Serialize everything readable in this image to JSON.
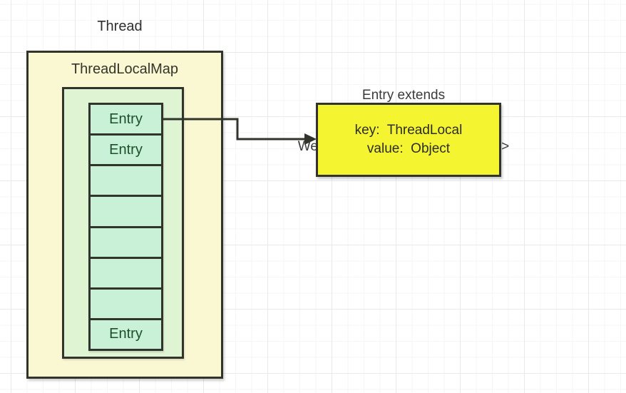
{
  "diagram": {
    "thread_label": "Thread",
    "map": {
      "title": "ThreadLocalMap",
      "cells": [
        {
          "label": "Entry"
        },
        {
          "label": "Entry"
        },
        {
          "label": ""
        },
        {
          "label": ""
        },
        {
          "label": ""
        },
        {
          "label": ""
        },
        {
          "label": ""
        },
        {
          "label": "Entry"
        }
      ]
    },
    "note": {
      "line1": "Entry extends",
      "line2": "WeakReference<ThreadLocal<?>>"
    },
    "entry_box": {
      "line1": "key:  ThreadLocal",
      "line2": "value:  Object"
    },
    "colors": {
      "outer_box_fill": "#f9f8d2",
      "inner_box_fill": "#def4d2",
      "cell_fill": "#c9f1d7",
      "entry_detail_fill": "#f4f430",
      "border": "#30342a",
      "entry_text": "#1d4f2b",
      "note_text": "#3b3b3b",
      "grid_major": "#e9e9e9",
      "grid_minor": "#f6f6f6"
    }
  }
}
